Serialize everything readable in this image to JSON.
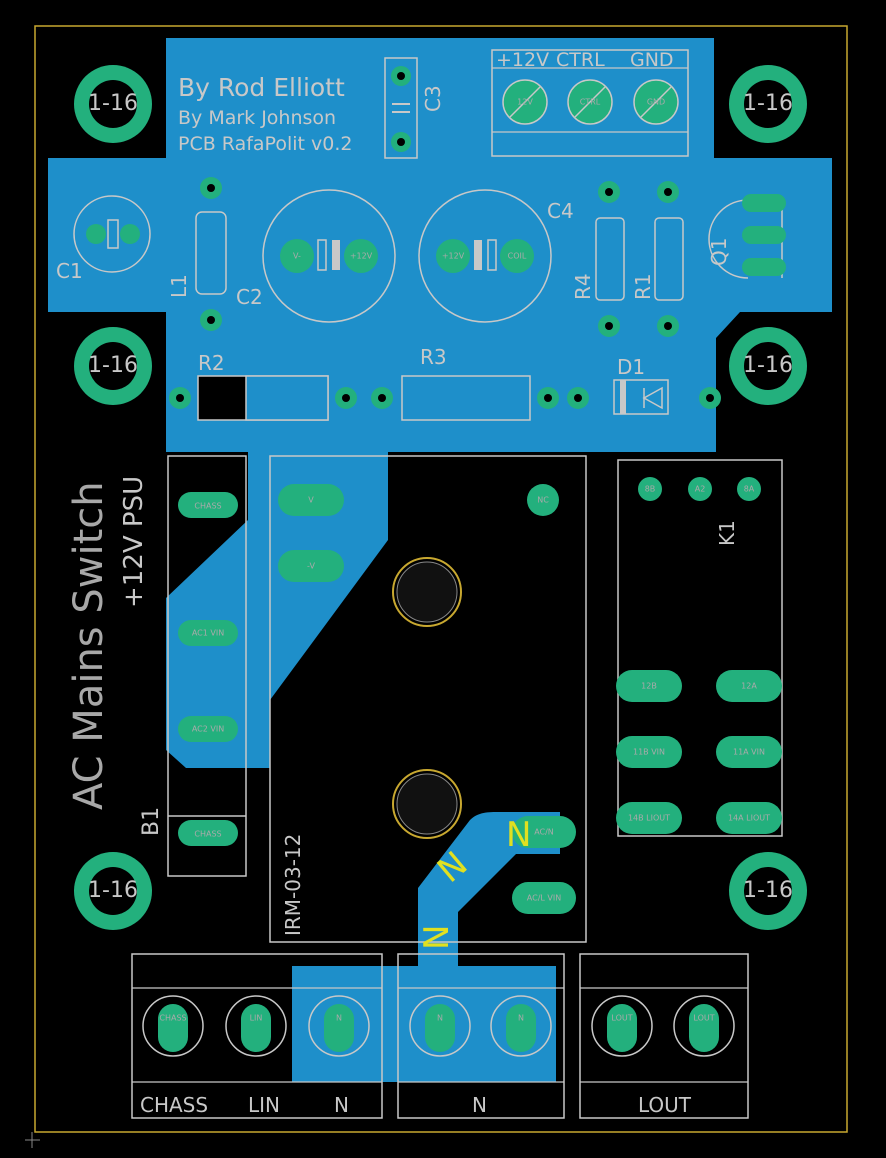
{
  "colors": {
    "background": "#000000",
    "copper": "#1e8fca",
    "pad": "#23b07d",
    "silkscreen": "#c8c8c8",
    "outline": "#c8a830",
    "marker": "#e0e020"
  },
  "credits": {
    "line1": "By Rod Elliott",
    "line2": "By Mark Johnson",
    "line3": "PCB RafaPolit v0.2"
  },
  "vertical_title": {
    "main": "AC Mains Switch",
    "sub": "+12V PSU"
  },
  "mount_hole_label": "1-16",
  "designators": {
    "c1": "C1",
    "c2": "C2",
    "c3": "C3",
    "c4": "C4",
    "l1": "L1",
    "r1": "R1",
    "r2": "R2",
    "r3": "R3",
    "r4": "R4",
    "d1": "D1",
    "q1": "Q1",
    "k1": "K1",
    "b1": "B1",
    "psu": "IRM-03-12"
  },
  "top_terminal": {
    "l1": "+12V",
    "l2": "CTRL",
    "l3": "GND",
    "pad_labels": [
      "12V",
      "CTRL",
      "GND"
    ]
  },
  "cap_labels": {
    "c2_left": "V-",
    "c2_right": "+12V",
    "c4_left": "+12V",
    "c4_right": "COIL"
  },
  "psu_pads": {
    "p1": "V",
    "p2": "-V",
    "nc": "NC",
    "acn": "AC/N",
    "acl": "AC/L\nVIN"
  },
  "bridge_pads": {
    "chass_top": "CHASS",
    "ac1": "AC1\nVIN",
    "ac2": "AC2\nVIN",
    "chass_bottom": "CHASS"
  },
  "relay_pads": {
    "top": [
      "8B",
      "A2",
      "8A"
    ],
    "r12b": "12B",
    "r12a": "12A",
    "r11b": "11B\nVIN",
    "r11a": "11A\nVIN",
    "r14b": "14B\nLIOUT",
    "r14a": "14A\nLIOUT"
  },
  "bottom_terminals": {
    "left": [
      "CHASS",
      "LIN",
      "N"
    ],
    "middle": [
      "N"
    ],
    "right": [
      "LOUT"
    ],
    "pad_text": {
      "chass": "CHASS",
      "lin": "LIN",
      "n": "N",
      "lout": "LOUT"
    }
  },
  "n_marker": "N"
}
